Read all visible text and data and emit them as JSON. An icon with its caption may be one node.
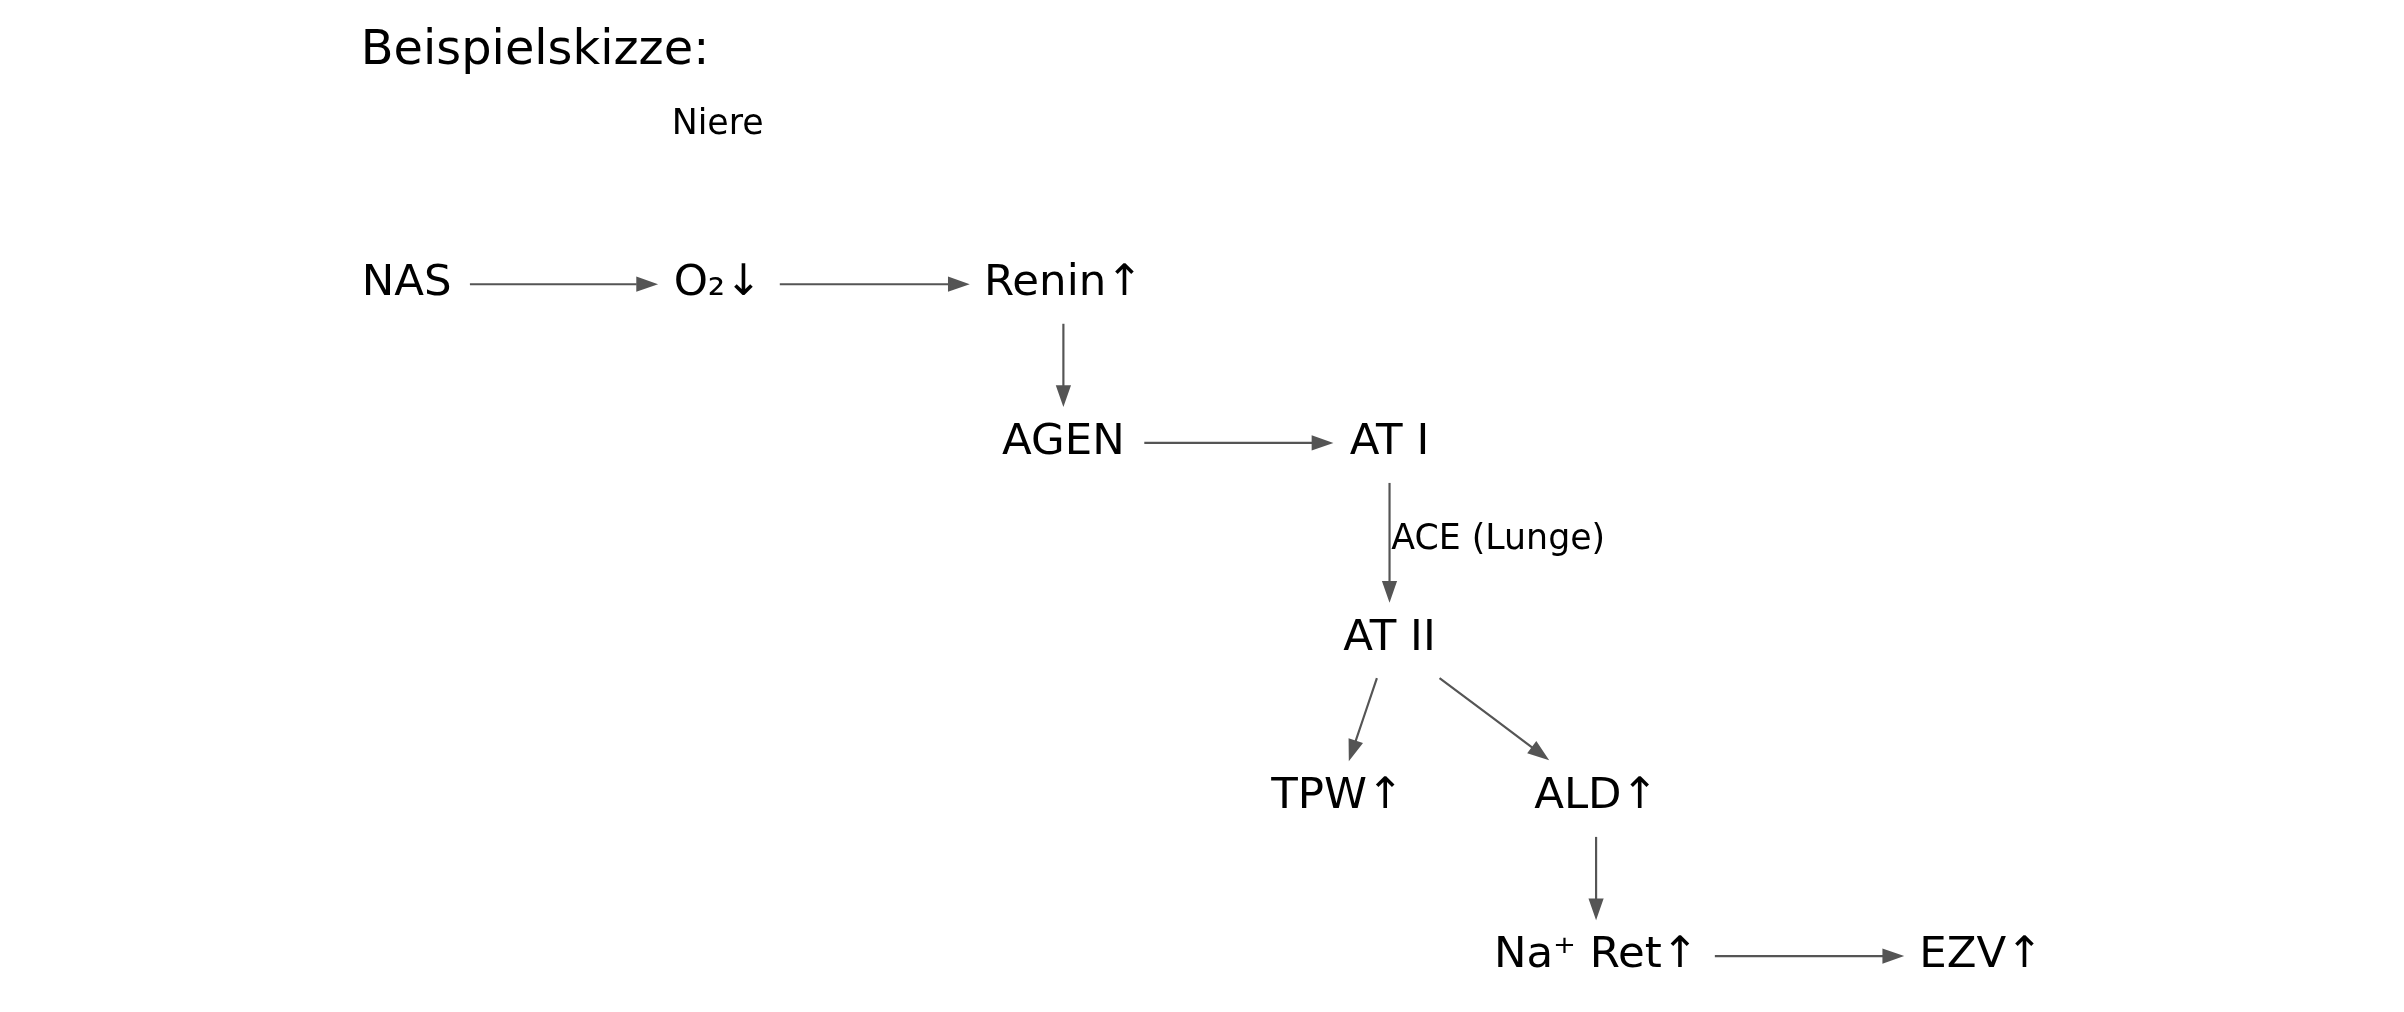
{
  "diagram": {
    "title": "Beispielskizze:",
    "nodes": [
      {
        "text": [
          "NAS"
        ]
      },
      {
        "text": [
          "O₂↓"
        ]
      },
      {
        "text": [
          "Renin↑"
        ]
      },
      {
        "text": [
          "AGEN"
        ]
      },
      {
        "text": [
          "AT I"
        ]
      },
      {
        "text": [
          "AT II"
        ]
      },
      {
        "text": [
          "TPW↑"
        ]
      },
      {
        "text": [
          "ALD↑"
        ]
      },
      {
        "text": [
          "Na⁺ Ret↑"
        ]
      },
      {
        "text": [
          "EZV↑"
        ]
      }
    ],
    "edges": [
      {
        "from": 0,
        "to": 1,
        "arrow": "to"
      },
      {
        "from": 1,
        "to": 2,
        "arrow": "to"
      },
      {
        "from": 2,
        "to": 3,
        "arrow": "to"
      },
      {
        "from": 3,
        "to": 4,
        "arrow": "to"
      },
      {
        "from": 4,
        "to": 5,
        "arrow": "to",
        "label": "ACE (Lunge)"
      },
      {
        "from": 5,
        "to": 6,
        "arrow": "to"
      },
      {
        "from": 5,
        "to": 7,
        "arrow": "to"
      },
      {
        "from": 7,
        "to": 8,
        "arrow": "to"
      },
      {
        "from": 8,
        "to": 9,
        "arrow": "to"
      }
    ],
    "labels": [
      "Niere"
    ]
  }
}
